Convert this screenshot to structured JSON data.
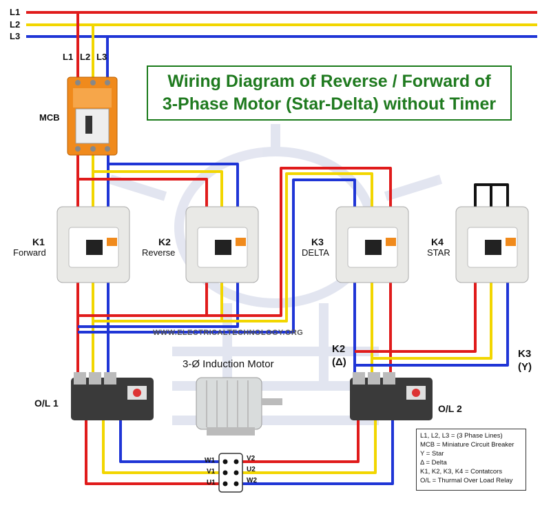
{
  "title": {
    "line1": "Wiring Diagram of Reverse / Forward of",
    "line2": "3-Phase Motor (Star-Delta) without Timer"
  },
  "supply_lines": [
    {
      "label": "L1",
      "color": "#e01b1b"
    },
    {
      "label": "L2",
      "color": "#f2d600"
    },
    {
      "label": "L3",
      "color": "#1f35d6"
    }
  ],
  "mcb": {
    "label": "MCB",
    "terminals": [
      "L1",
      "L2",
      "L3"
    ]
  },
  "contactors": [
    {
      "id": "K1",
      "name": "Forward"
    },
    {
      "id": "K2",
      "name": "Reverse"
    },
    {
      "id": "K3",
      "name": "DELTA"
    },
    {
      "id": "K4",
      "name": "STAR"
    }
  ],
  "overloads": [
    {
      "label": "O/L 1"
    },
    {
      "label": "O/L 2"
    }
  ],
  "notes": {
    "k2_delta": "K2",
    "k2_delta_symbol": "(Δ)",
    "k3_star": "K3",
    "k3_star_symbol": "(Y)"
  },
  "motor": {
    "label": "3-Ø Induction Motor",
    "terminals_left": [
      "W1",
      "V1",
      "U1"
    ],
    "terminals_right": [
      "V2",
      "U2",
      "W2"
    ]
  },
  "watermark": "WWW.ELECTRICALTECHNOLOGY.ORG",
  "legend": [
    "L1, L2, L3 = (3 Phase Lines)",
    "MCB = Miniature Circuit Breaker",
    "Y = Star",
    "Δ = Delta",
    "K1, K2, K3, K4 = Contatcors",
    "O/L = Thurmal Over Load Relay"
  ],
  "colors": {
    "red": "#e01b1b",
    "yellow": "#f2d600",
    "blue": "#1f35d6",
    "title_green": "#1f7a1f"
  }
}
